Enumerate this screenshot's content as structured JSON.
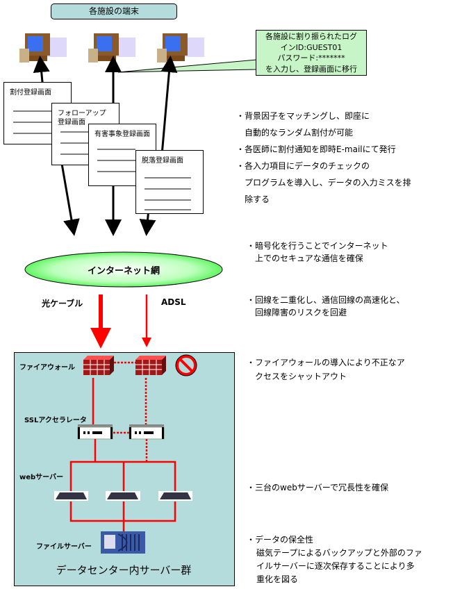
{
  "header": {
    "title": "各施設の端末"
  },
  "callout": {
    "lines": [
      "各施設に割り振られたログ",
      "インID:GUEST01",
      "パスワード:*******",
      "を入力し、登録画面に移行"
    ]
  },
  "screens": [
    {
      "title": "割付登録画面"
    },
    {
      "title": "フォローアップ登録画面"
    },
    {
      "title": "有害事象登録画面"
    },
    {
      "title": "脱落登録画面"
    }
  ],
  "internet": {
    "label": "インターネット網"
  },
  "lines": {
    "fiber": "光ケーブル",
    "adsl": "ADSL"
  },
  "datacenter": {
    "title": "データセンター内サーバー群",
    "firewall": "ファイアウォール",
    "ssl": "SSLアクセラレータ",
    "web": "webサーバー",
    "file": "ファイルサーバー"
  },
  "notes": {
    "n1": [
      "・背景因子をマッチングし、即座に",
      "自動的なランダム割付が可能",
      "・各医師に割付通知を即時E-mailにて発行",
      "・各入力項目にデータのチェックの",
      "プログラムを導入し、データの入力ミスを排",
      "除する"
    ],
    "n2": [
      "・暗号化を行うことでインターネット",
      "上でのセキュアな通信を確保"
    ],
    "n3": [
      "・回線を二重化し、通信回線の高速化と、",
      "回線障害のリスクを回避"
    ],
    "n4": [
      "・ファイアウォールの導入により不正なア",
      "クセスをシャットアウト"
    ],
    "n5": [
      "・三台のwebサーバーで冗長性を確保"
    ],
    "n6": [
      "・データの保全性",
      "磁気テープによるバックアップと外部のファ",
      "イルサーバーに逐次保存することにより多",
      "重化を図る"
    ]
  },
  "colors": {
    "accent": "#ff0000",
    "datacenter": "#b4dcdc",
    "callout": "#c8f5c8",
    "internet": "#33ff33"
  }
}
